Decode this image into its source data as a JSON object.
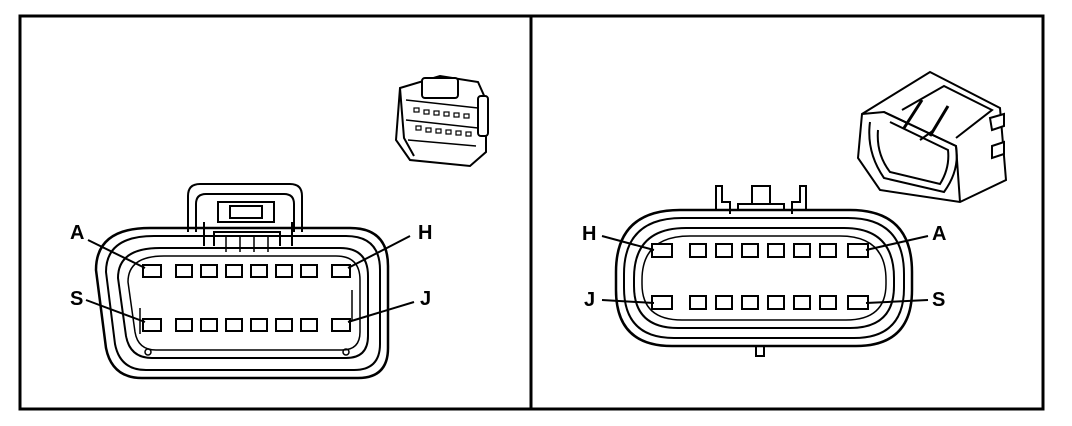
{
  "colors": {
    "ink": "#000000",
    "paper": "#ffffff"
  },
  "left_panel": {
    "labels": {
      "top_left": "A",
      "top_right": "H",
      "bottom_left": "S",
      "bottom_right": "J"
    },
    "rows": [
      {
        "terminals": 8
      },
      {
        "terminals": 8
      }
    ]
  },
  "right_panel": {
    "labels": {
      "top_left": "H",
      "top_right": "A",
      "bottom_left": "J",
      "bottom_right": "S"
    },
    "rows": [
      {
        "terminals": 8
      },
      {
        "terminals": 8
      }
    ]
  }
}
